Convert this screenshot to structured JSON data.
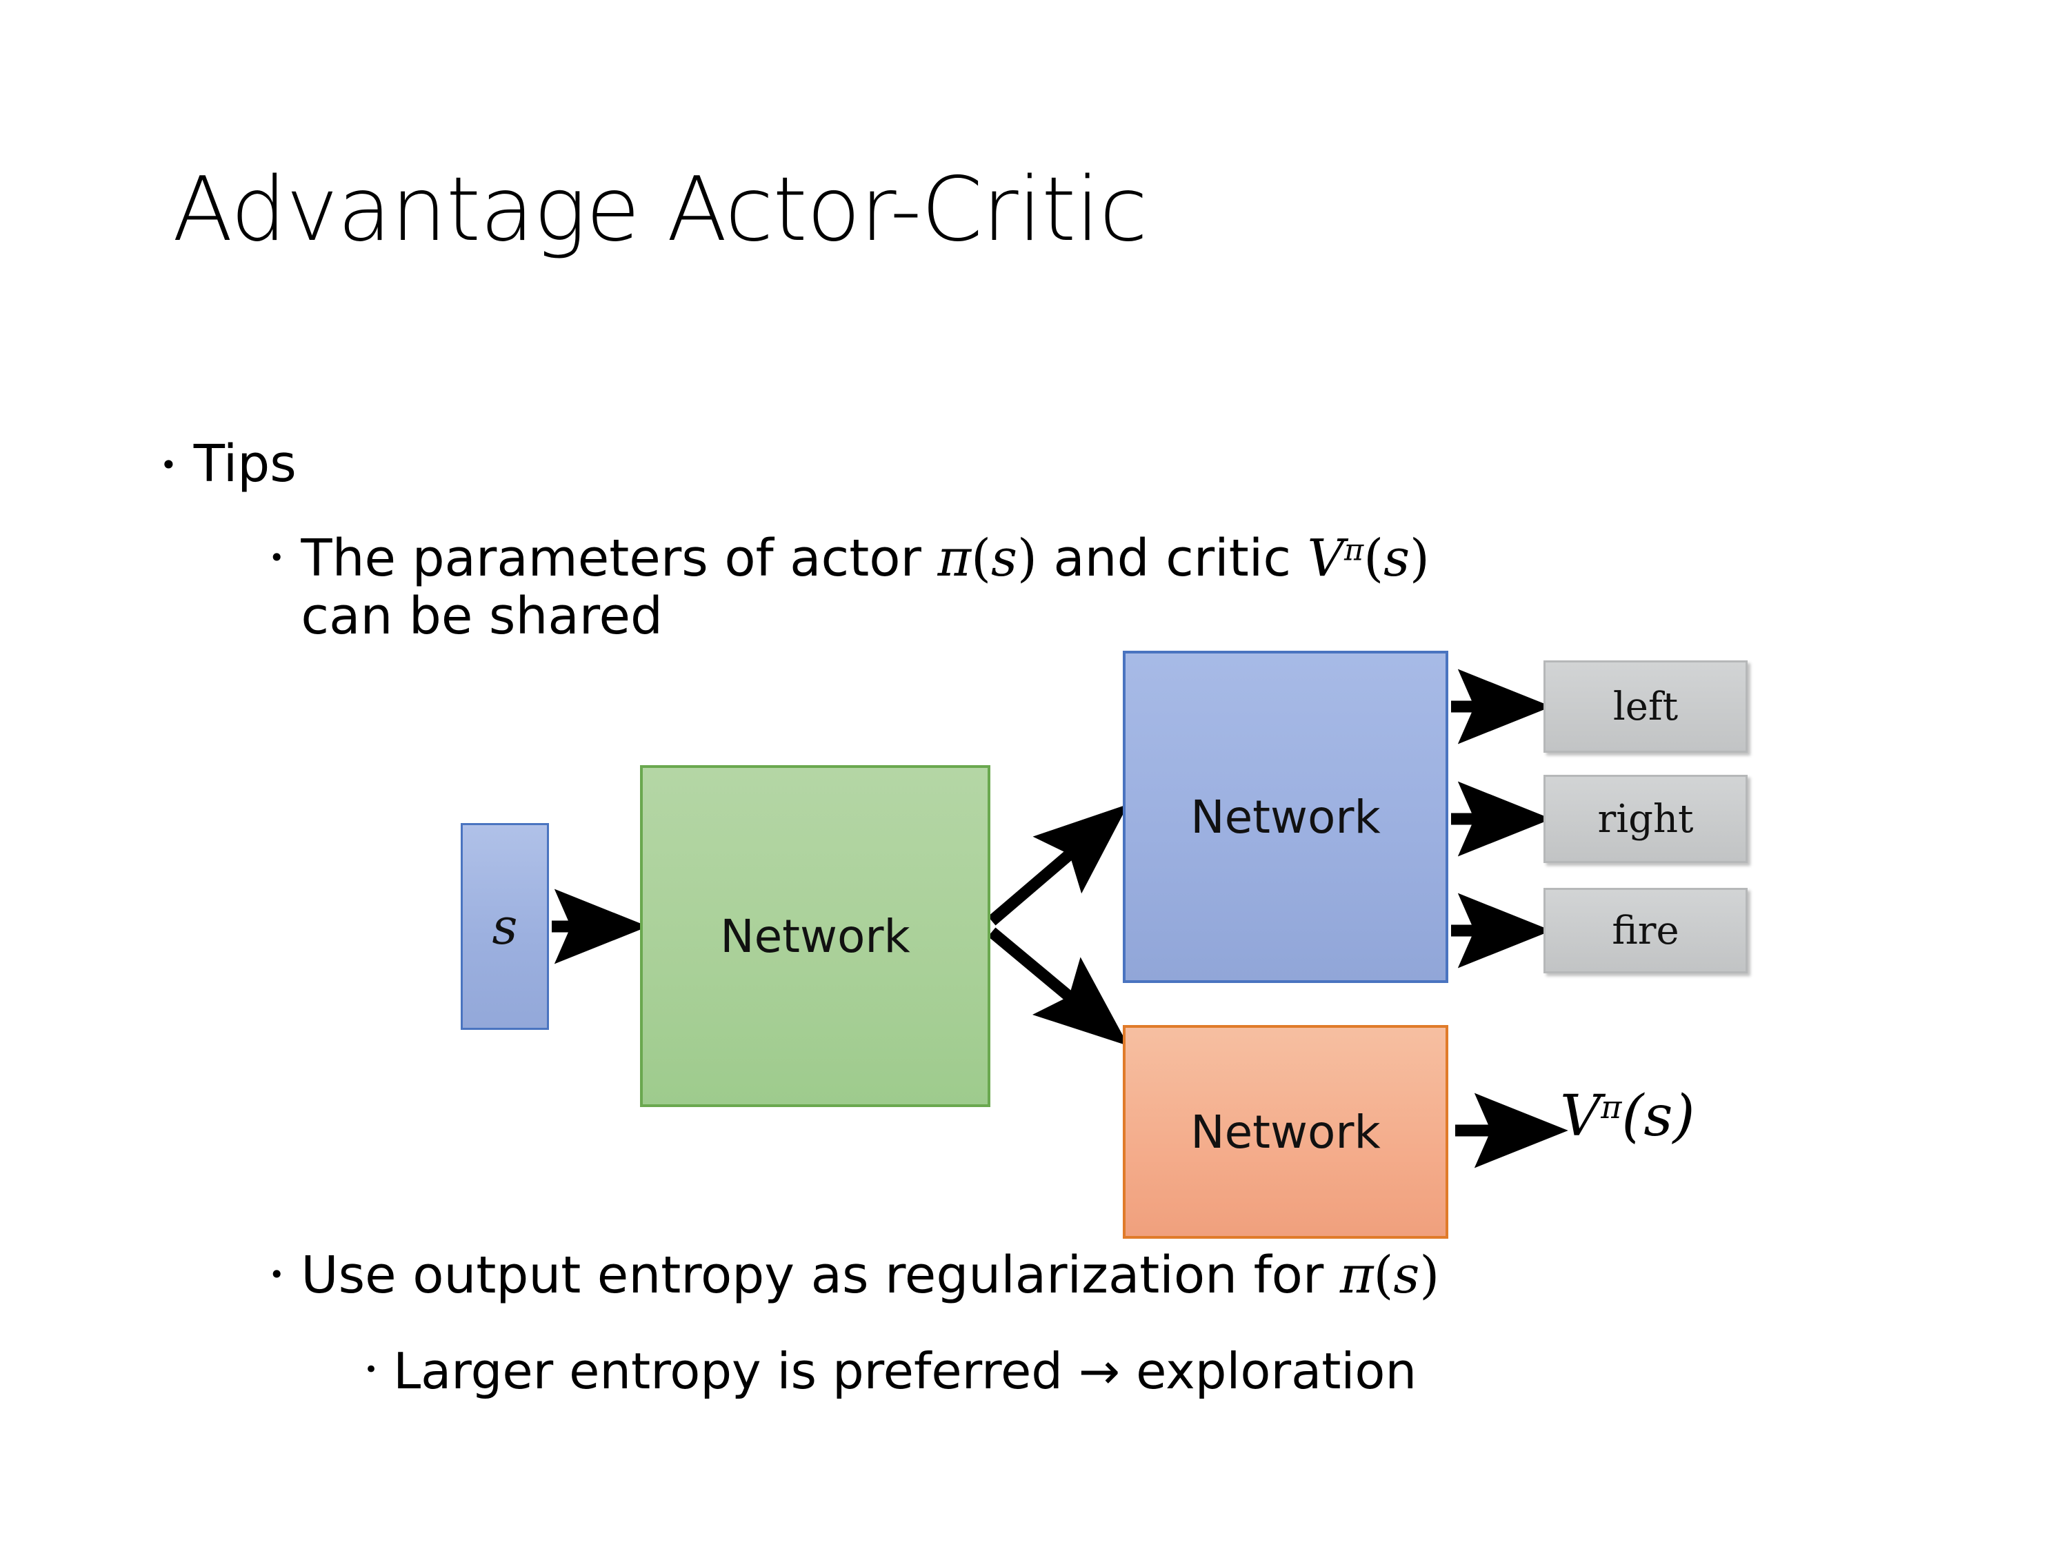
{
  "slide": {
    "title": "Advantage Actor-Critic",
    "background": "#ffffff"
  },
  "bullets": {
    "tips": {
      "marker": "•",
      "text": "Tips"
    },
    "parameters": {
      "marker": "•",
      "text_before": "The parameters of actor ",
      "math_actor": "π(s)",
      "text_middle": "  and critic ",
      "math_critic": "Vπ(s)",
      "text_after": "can be shared"
    },
    "entropy": {
      "marker": "•",
      "text_before": "Use output entropy as regularization for ",
      "math": "π(s)"
    },
    "larger": {
      "marker": "•",
      "text": "Larger entropy is preferred → exploration"
    }
  },
  "diagram": {
    "state_box": {
      "label": "s",
      "color": "#9cb0df",
      "border": "#4a74c0"
    },
    "shared_network": {
      "label": "Network",
      "color": "#a9d098",
      "border": "#6aa84f"
    },
    "actor_network": {
      "label": "Network",
      "color": "#9cb0e0",
      "border": "#4a74c0"
    },
    "critic_network": {
      "label": "Network",
      "color": "#f4ac8b",
      "border": "#e07b2a"
    },
    "actions": [
      {
        "label": "left",
        "color": "#c9cbcc"
      },
      {
        "label": "right",
        "color": "#c9cbcc"
      },
      {
        "label": "fire",
        "color": "#c9cbcc"
      }
    ],
    "critic_output": {
      "base": "V",
      "superscript": "π",
      "argument": "(s)"
    },
    "arrow_color": "#000000"
  }
}
